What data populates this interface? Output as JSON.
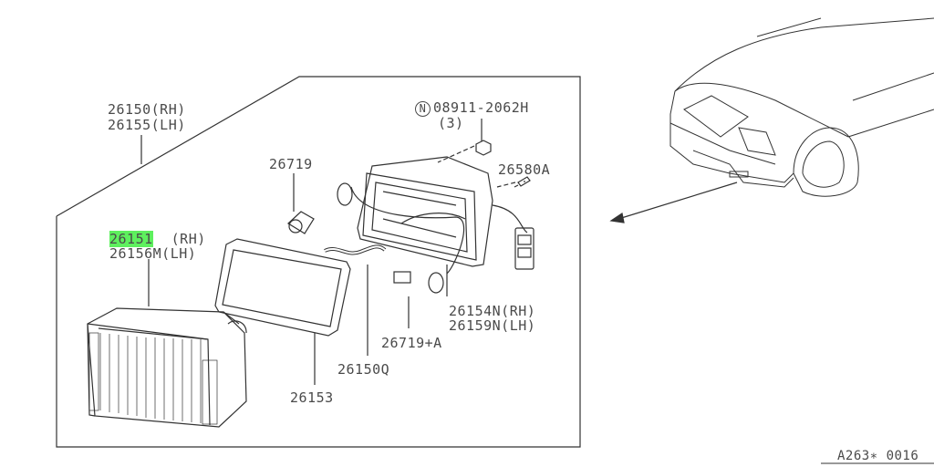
{
  "diagram": {
    "code": "A263∗ 0016",
    "highlight_color": "#5ef05e",
    "parts": [
      {
        "id": "26150(RH)"
      },
      {
        "id": "26155(LH)"
      },
      {
        "id": "26151",
        "suffix": "(RH)",
        "highlighted": true
      },
      {
        "id": "26156M(LH)"
      },
      {
        "id": "08911-2062H",
        "prefix_icon": "N",
        "qty": "(3)"
      },
      {
        "id": "26580A"
      },
      {
        "id": "26719"
      },
      {
        "id": "26154N(RH)"
      },
      {
        "id": "26159N(LH)"
      },
      {
        "id": "26719+A"
      },
      {
        "id": "26150Q"
      },
      {
        "id": "26153"
      }
    ]
  }
}
